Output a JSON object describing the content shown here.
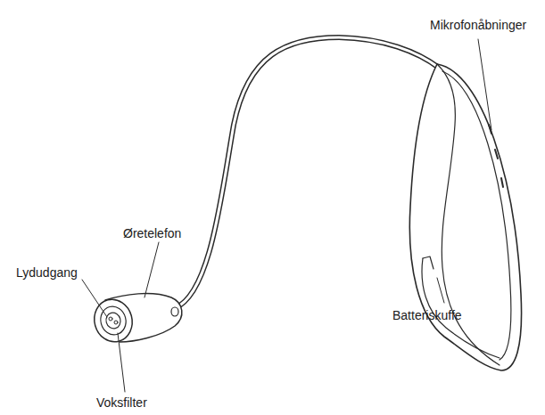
{
  "diagram": {
    "labels": [
      "Mikrofonåbninger",
      "Øretelefon",
      "Lydudgang",
      "Batteriskuffe",
      "Voksfilter"
    ]
  }
}
